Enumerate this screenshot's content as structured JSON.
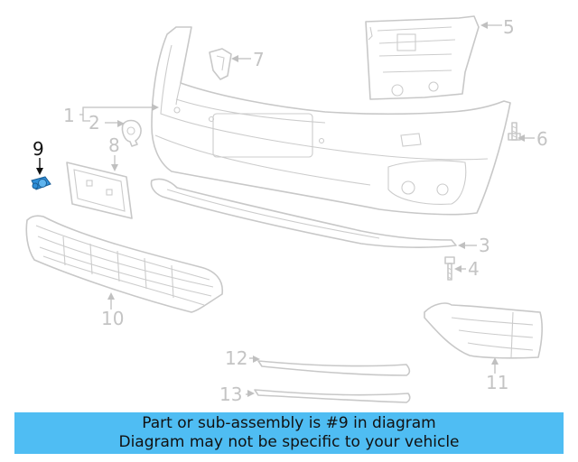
{
  "callouts": {
    "c1": "1",
    "c2": "2",
    "c3": "3",
    "c4": "4",
    "c5": "5",
    "c6": "6",
    "c7": "7",
    "c8": "8",
    "c9": "9",
    "c10": "10",
    "c11": "11",
    "c12": "12",
    "c13": "13"
  },
  "highlighted_part": "9",
  "colors": {
    "highlight_part": "#2f8fd8",
    "banner_bg": "#4fbdf3",
    "part_lines": "#c8c8c8"
  },
  "banner": {
    "line1": "Part or sub-assembly is #9 in diagram",
    "line2": "Diagram may not be specific to your vehicle"
  }
}
